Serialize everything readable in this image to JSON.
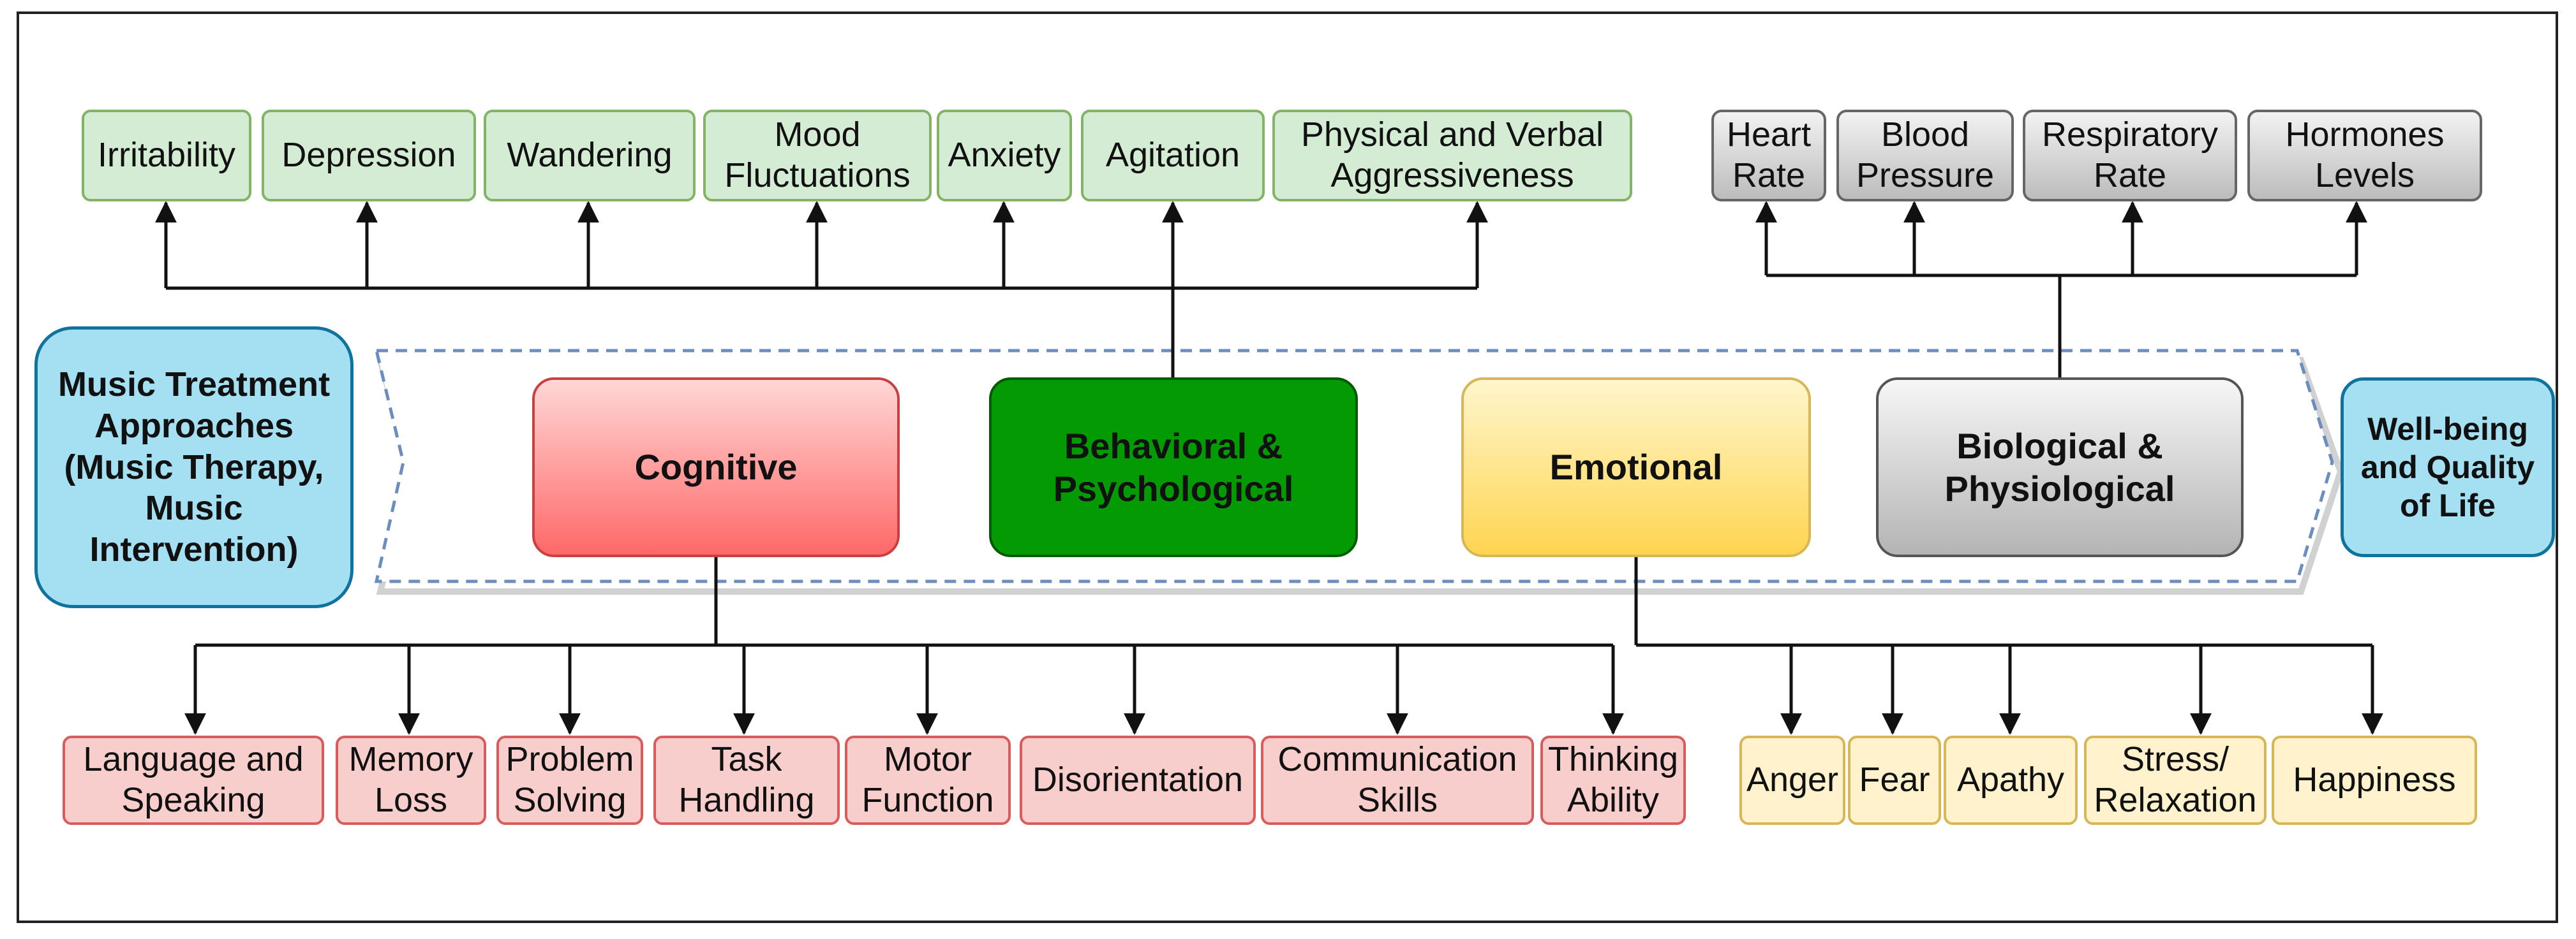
{
  "diagram": {
    "source_node": "Music Treatment Approaches (Music Therapy, Music Intervention)",
    "target_node": "Well-being and Quality of Life",
    "main_categories": {
      "cognitive": "Cognitive",
      "behavioral": "Behavioral & Psychological",
      "emotional": "Emotional",
      "biological": "Biological & Physiological"
    },
    "behavioral_items": [
      "Irritability",
      "Depression",
      "Wandering",
      "Mood Fluctuations",
      "Anxiety",
      "Agitation",
      "Physical and Verbal Aggressiveness"
    ],
    "biological_items": [
      "Heart Rate",
      "Blood Pressure",
      "Respiratory Rate",
      "Hormones Levels"
    ],
    "cognitive_items": [
      "Language and Speaking",
      "Memory Loss",
      "Problem Solving",
      "Task Handling",
      "Motor Function",
      "Disorientation",
      "Communication Skills",
      "Thinking Ability"
    ],
    "emotional_items": [
      "Anger",
      "Fear",
      "Apathy",
      "Stress/ Relaxation",
      "Happiness"
    ],
    "colors": {
      "behavioral_fill": "#d5ecd4",
      "behavioral_main": "#039a03",
      "biological_fill": "#cccccc",
      "cognitive_fill": "#f8cecc",
      "cognitive_main": "#ff6868",
      "emotional_fill": "#fff2cc",
      "emotional_main": "#ffd450",
      "side_fill": "#a4dff2",
      "process_border": "#6c8ebf"
    }
  }
}
